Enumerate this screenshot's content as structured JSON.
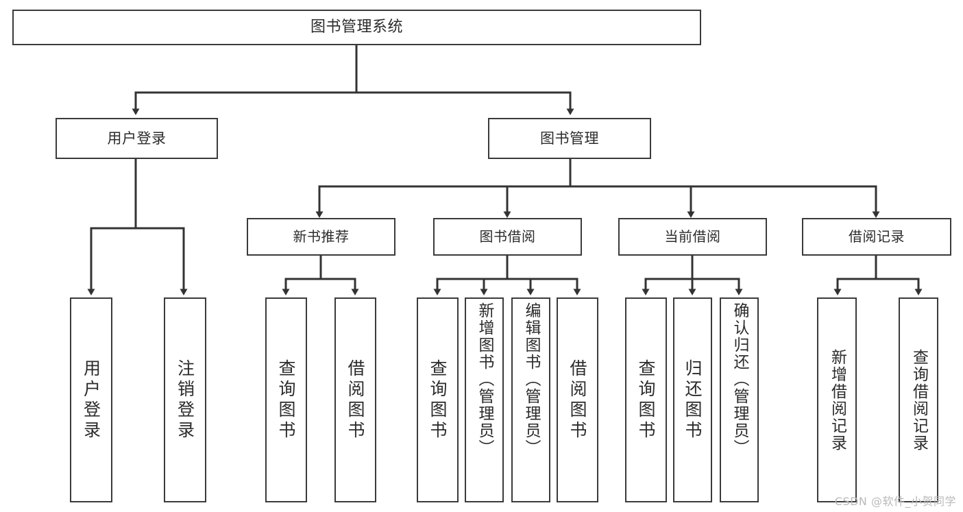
{
  "title": "图书管理系统",
  "watermark": "CSDN @软件_小贺同学",
  "colors": {
    "background": "#ffffff",
    "border": "#3a3a3a",
    "text": "#2b2b2b",
    "connector": "#333333",
    "watermark": "#b9b9b9"
  },
  "chart_data": {
    "type": "diagram",
    "diagram_kind": "function-hierarchy-tree",
    "title": "图书管理系统",
    "orientation": "top-down",
    "levels": 4,
    "root": {
      "label": "图书管理系统",
      "children": [
        {
          "label": "用户登录",
          "children": [
            {
              "label": "用户登录"
            },
            {
              "label": "注销登录"
            }
          ]
        },
        {
          "label": "图书管理",
          "children": [
            {
              "label": "新书推荐",
              "children": [
                {
                  "label": "查询图书"
                },
                {
                  "label": "借阅图书"
                }
              ]
            },
            {
              "label": "图书借阅",
              "children": [
                {
                  "label": "查询图书"
                },
                {
                  "label": "新增图书（管理员）"
                },
                {
                  "label": "编辑图书（管理员）"
                },
                {
                  "label": "借阅图书"
                }
              ]
            },
            {
              "label": "当前借阅",
              "children": [
                {
                  "label": "查询图书"
                },
                {
                  "label": "归还图书"
                },
                {
                  "label": "确认归还（管理员）"
                }
              ]
            },
            {
              "label": "借阅记录",
              "children": [
                {
                  "label": "新增借阅记录"
                },
                {
                  "label": "查询借阅记录"
                }
              ]
            }
          ]
        }
      ]
    }
  },
  "nodes": {
    "root": {
      "label": "图书管理系统"
    },
    "level1": {
      "user_login": {
        "label": "用户登录"
      },
      "book_manage": {
        "label": "图书管理"
      }
    },
    "level2": {
      "new_book_rec": {
        "label": "新书推荐"
      },
      "book_borrow": {
        "label": "图书借阅"
      },
      "current_borrow": {
        "label": "当前借阅"
      },
      "borrow_record": {
        "label": "借阅记录"
      }
    },
    "leaves": {
      "login_1": {
        "label": "用户登录"
      },
      "login_2": {
        "label": "注销登录"
      },
      "rec_1": {
        "label": "查询图书"
      },
      "rec_2": {
        "label": "借阅图书"
      },
      "borrow_1": {
        "label": "查询图书"
      },
      "borrow_2": {
        "label": "新增图书（管理员）"
      },
      "borrow_3": {
        "label": "编辑图书（管理员）"
      },
      "borrow_4": {
        "label": "借阅图书"
      },
      "cur_1": {
        "label": "查询图书"
      },
      "cur_2": {
        "label": "归还图书"
      },
      "cur_3": {
        "label": "确认归还（管理员）"
      },
      "rcd_1": {
        "label": "新增借阅记录"
      },
      "rcd_2": {
        "label": "查询借阅记录"
      }
    }
  }
}
